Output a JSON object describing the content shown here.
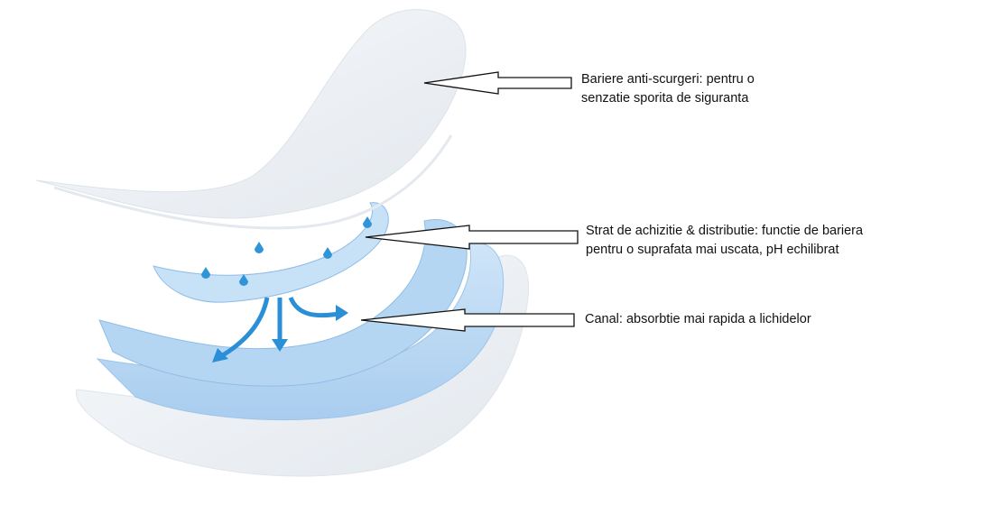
{
  "annotations": [
    {
      "line1": "Bariere anti-scurgeri: pentru o",
      "line2": "senzatie sporita de siguranta"
    },
    {
      "line1": "Strat de achizitie & distributie: functie de bariera",
      "line2": "pentru o suprafata mai uscata, pH echilibrat"
    },
    {
      "line1": "Canal: absorbtie mai rapida a lichidelor"
    }
  ],
  "colors": {
    "layer_blue": "#bcd9f3",
    "layer_blue_dark": "#8fbde6",
    "arrow_blue": "#2a8fd6",
    "top_sheet": "#eef2f6"
  }
}
